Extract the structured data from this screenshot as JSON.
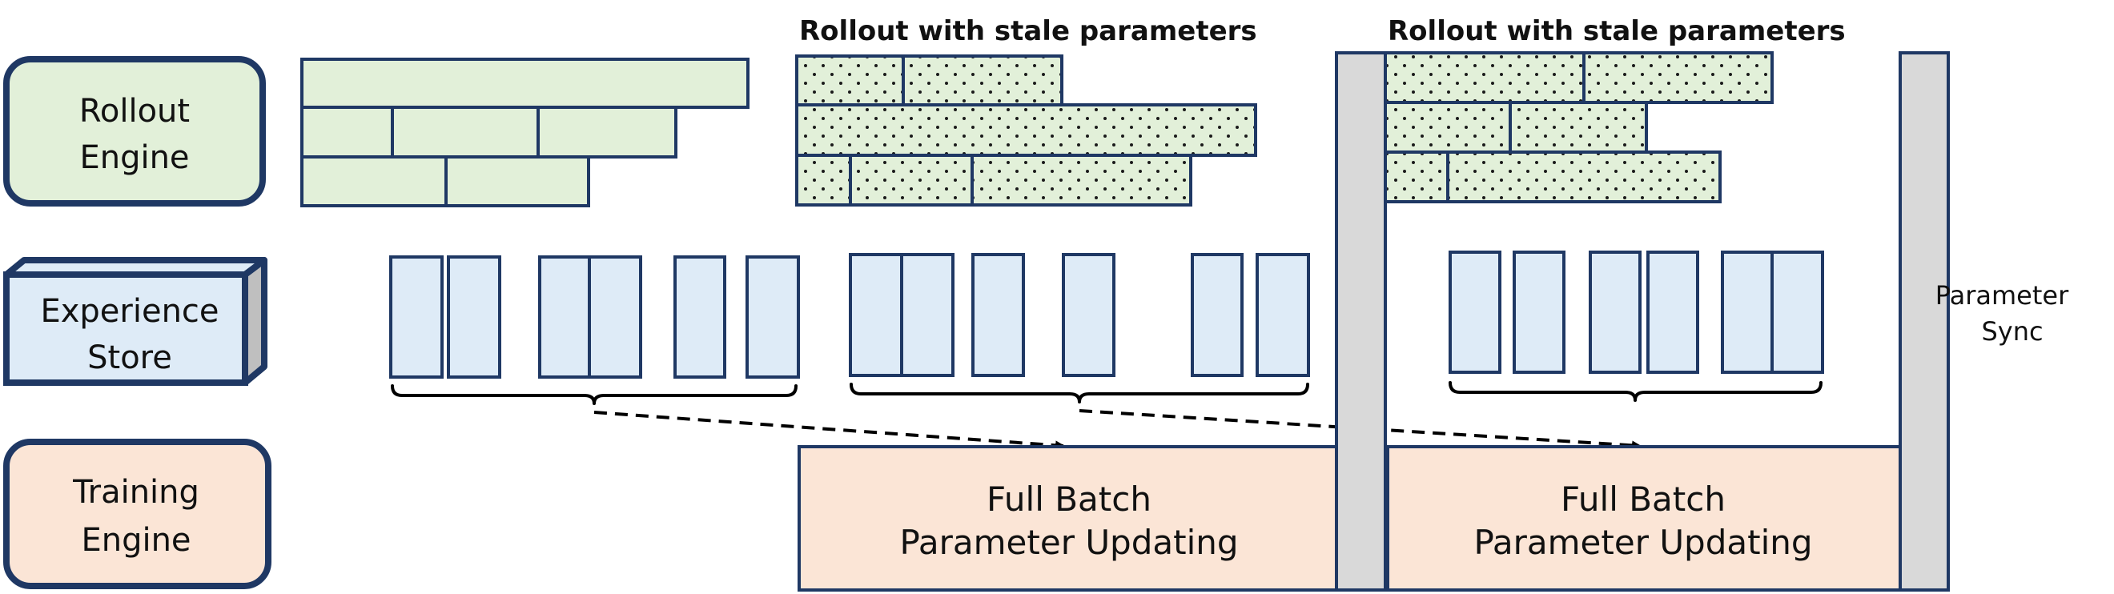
{
  "components": {
    "rollout_engine": {
      "line1": "Rollout",
      "line2": "Engine"
    },
    "experience_store": {
      "line1": "Experience",
      "line2": "Store"
    },
    "training_engine": {
      "line1": "Training",
      "line2": "Engine"
    }
  },
  "annotations": {
    "stale_rollout_1": "Rollout with stale parameters",
    "stale_rollout_2": "Rollout with stale parameters",
    "parameter_sync": {
      "line1": "Parameter",
      "line2": "Sync"
    }
  },
  "training_blocks": [
    {
      "line1": "Full Batch",
      "line2": "Parameter Updating"
    },
    {
      "line1": "Full Batch",
      "line2": "Parameter Updating"
    }
  ],
  "colors": {
    "navy": "#1f3864",
    "rollout_fill": "#e2f0d9",
    "store_fill": "#deebf7",
    "training_fill": "#fbe5d6",
    "sync_fill": "#d9d9d9"
  }
}
